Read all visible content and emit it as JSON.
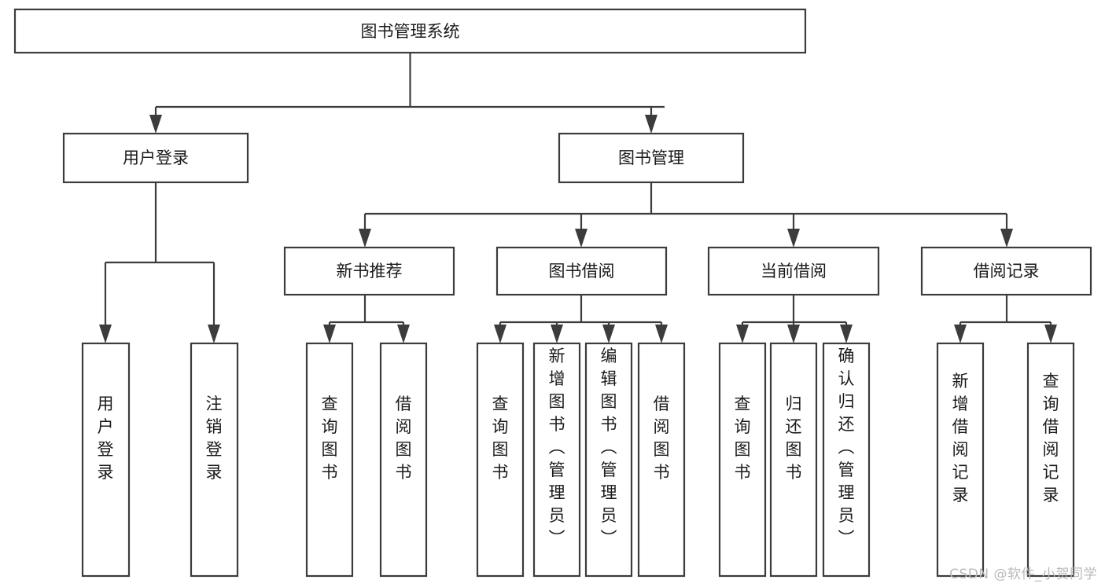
{
  "diagram": {
    "type": "tree-hierarchy-chart",
    "title": "图书管理系统",
    "watermark": "CSDN @软件_小贺同学",
    "colors": {
      "box_fill": "#ffffff",
      "box_stroke": "#3c3c3c",
      "text": "#1a1a1a",
      "background": "#ffffff",
      "watermark": "#b9b9b9"
    },
    "levels": [
      {
        "level": 0,
        "nodes": [
          {
            "id": "root",
            "label": "图书管理系统",
            "orientation": "horizontal"
          }
        ]
      },
      {
        "level": 1,
        "nodes": [
          {
            "id": "login",
            "label": "用户登录",
            "orientation": "horizontal",
            "parent": "root"
          },
          {
            "id": "bookmgmt",
            "label": "图书管理",
            "orientation": "horizontal",
            "parent": "root"
          }
        ]
      },
      {
        "level": 2,
        "nodes": [
          {
            "id": "newbook",
            "label": "新书推荐",
            "orientation": "horizontal",
            "parent": "bookmgmt"
          },
          {
            "id": "borrow",
            "label": "图书借阅",
            "orientation": "horizontal",
            "parent": "bookmgmt"
          },
          {
            "id": "current",
            "label": "当前借阅",
            "orientation": "horizontal",
            "parent": "bookmgmt"
          },
          {
            "id": "record",
            "label": "借阅记录",
            "orientation": "horizontal",
            "parent": "bookmgmt"
          }
        ]
      },
      {
        "level": 3,
        "nodes": [
          {
            "id": "leaf-1",
            "label": "用户登录",
            "orientation": "vertical",
            "parent": "login"
          },
          {
            "id": "leaf-2",
            "label": "注销登录",
            "orientation": "vertical",
            "parent": "login"
          },
          {
            "id": "leaf-3",
            "label": "查询图书",
            "orientation": "vertical",
            "parent": "newbook"
          },
          {
            "id": "leaf-4",
            "label": "借阅图书",
            "orientation": "vertical",
            "parent": "newbook"
          },
          {
            "id": "leaf-5",
            "label": "查询图书",
            "orientation": "vertical",
            "parent": "borrow"
          },
          {
            "id": "leaf-6",
            "label": "新增图书（管理员）",
            "orientation": "vertical",
            "parent": "borrow"
          },
          {
            "id": "leaf-7",
            "label": "编辑图书（管理员）",
            "orientation": "vertical",
            "parent": "borrow"
          },
          {
            "id": "leaf-8",
            "label": "借阅图书",
            "orientation": "vertical",
            "parent": "borrow"
          },
          {
            "id": "leaf-9",
            "label": "查询图书",
            "orientation": "vertical",
            "parent": "current"
          },
          {
            "id": "leaf-10",
            "label": "归还图书",
            "orientation": "vertical",
            "parent": "current"
          },
          {
            "id": "leaf-11",
            "label": "确认归还（管理员）",
            "orientation": "vertical",
            "parent": "current"
          },
          {
            "id": "leaf-12",
            "label": "新增借阅记录",
            "orientation": "vertical",
            "parent": "record"
          },
          {
            "id": "leaf-13",
            "label": "查询借阅记录",
            "orientation": "vertical",
            "parent": "record"
          }
        ]
      }
    ]
  }
}
